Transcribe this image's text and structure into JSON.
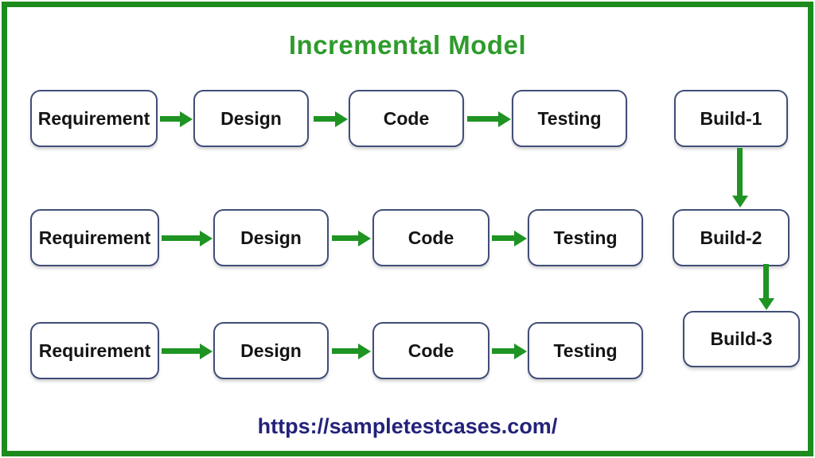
{
  "title": "Incremental Model",
  "footer": {
    "url": "https://sampletestcases.com/"
  },
  "colors": {
    "frame-green": "#1e8b1e",
    "arrow-green": "#1f9423",
    "title-green": "#2f9b2c",
    "box-border": "#414e78",
    "box-text": "#141414",
    "url-navy": "#23227a"
  },
  "rows": [
    {
      "steps": [
        "Requirement",
        "Design",
        "Code",
        "Testing"
      ]
    },
    {
      "steps": [
        "Requirement",
        "Design",
        "Code",
        "Testing"
      ]
    },
    {
      "steps": [
        "Requirement",
        "Design",
        "Code",
        "Testing"
      ]
    }
  ],
  "builds": [
    "Build-1",
    "Build-2",
    "Build-3"
  ]
}
